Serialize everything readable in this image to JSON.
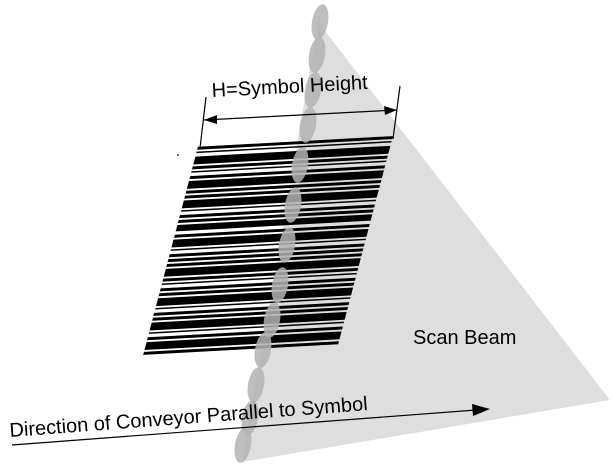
{
  "labels": {
    "symbol_height": "H=Symbol Height",
    "scan_beam": "Scan Beam",
    "conveyor_direction": "Direction of Conveyor Parallel to Symbol"
  },
  "colors": {
    "background": "#ffffff",
    "beam_fill": "#dedede",
    "spot_fill": "#b3b3b3",
    "bar_fill": "#000000",
    "line_color": "#000000"
  },
  "barcode": {
    "bar_pattern": [
      1,
      0,
      2,
      1,
      1,
      0,
      1,
      2,
      1,
      1,
      1,
      2,
      1,
      0,
      1,
      1,
      2,
      0,
      1,
      2,
      1,
      0,
      1,
      1,
      1,
      2,
      1,
      1,
      0,
      1,
      1,
      2,
      1,
      0,
      1,
      1,
      2,
      1,
      0,
      1,
      2,
      1,
      1
    ]
  }
}
